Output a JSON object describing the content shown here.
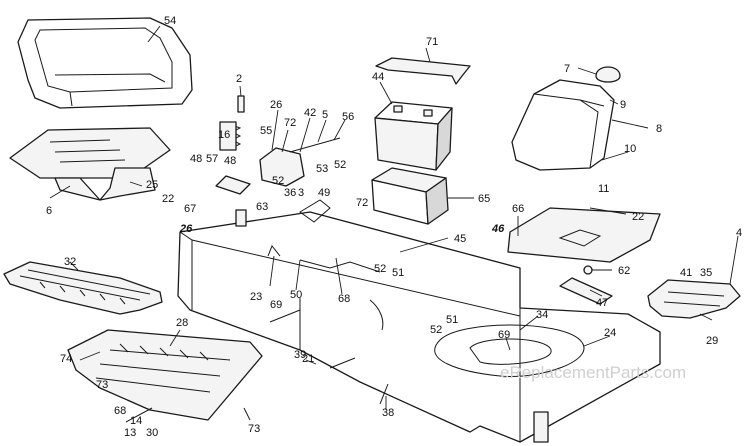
{
  "watermark": "eReplacementParts.com",
  "callouts": [
    "54",
    "2",
    "26",
    "72",
    "42",
    "5",
    "56",
    "71",
    "44",
    "7",
    "9",
    "8",
    "10",
    "11",
    "16",
    "55",
    "52",
    "53",
    "48",
    "57",
    "48",
    "22",
    "36",
    "3",
    "49",
    "72",
    "52",
    "25",
    "6",
    "67",
    "63",
    "26",
    "65",
    "66",
    "22",
    "46",
    "45",
    "52",
    "51",
    "62",
    "47",
    "4",
    "41",
    "35",
    "29",
    "32",
    "23",
    "50",
    "68",
    "69",
    "28",
    "39",
    "21",
    "34",
    "52",
    "51",
    "69",
    "24",
    "74",
    "73",
    "68",
    "14",
    "13",
    "30",
    "38",
    "73"
  ]
}
